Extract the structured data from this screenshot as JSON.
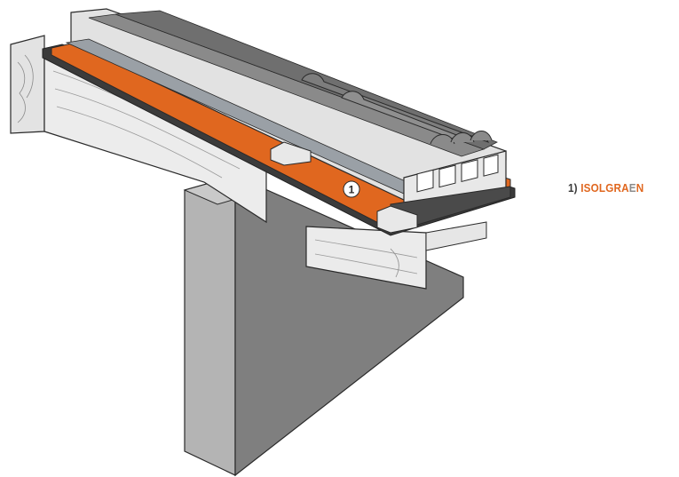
{
  "diagram": {
    "callout_marker": "1",
    "legend": {
      "number": "1)",
      "name_part1": "ISOLGRA",
      "name_part2": "E",
      "name_part3": "N"
    }
  },
  "colors": {
    "membrane_orange": "#e0671f",
    "wall_grey": "#7f7f7f",
    "slab_light": "#d9d9d9",
    "timber": "#e6e6e6",
    "outline": "#2a2a2a"
  }
}
